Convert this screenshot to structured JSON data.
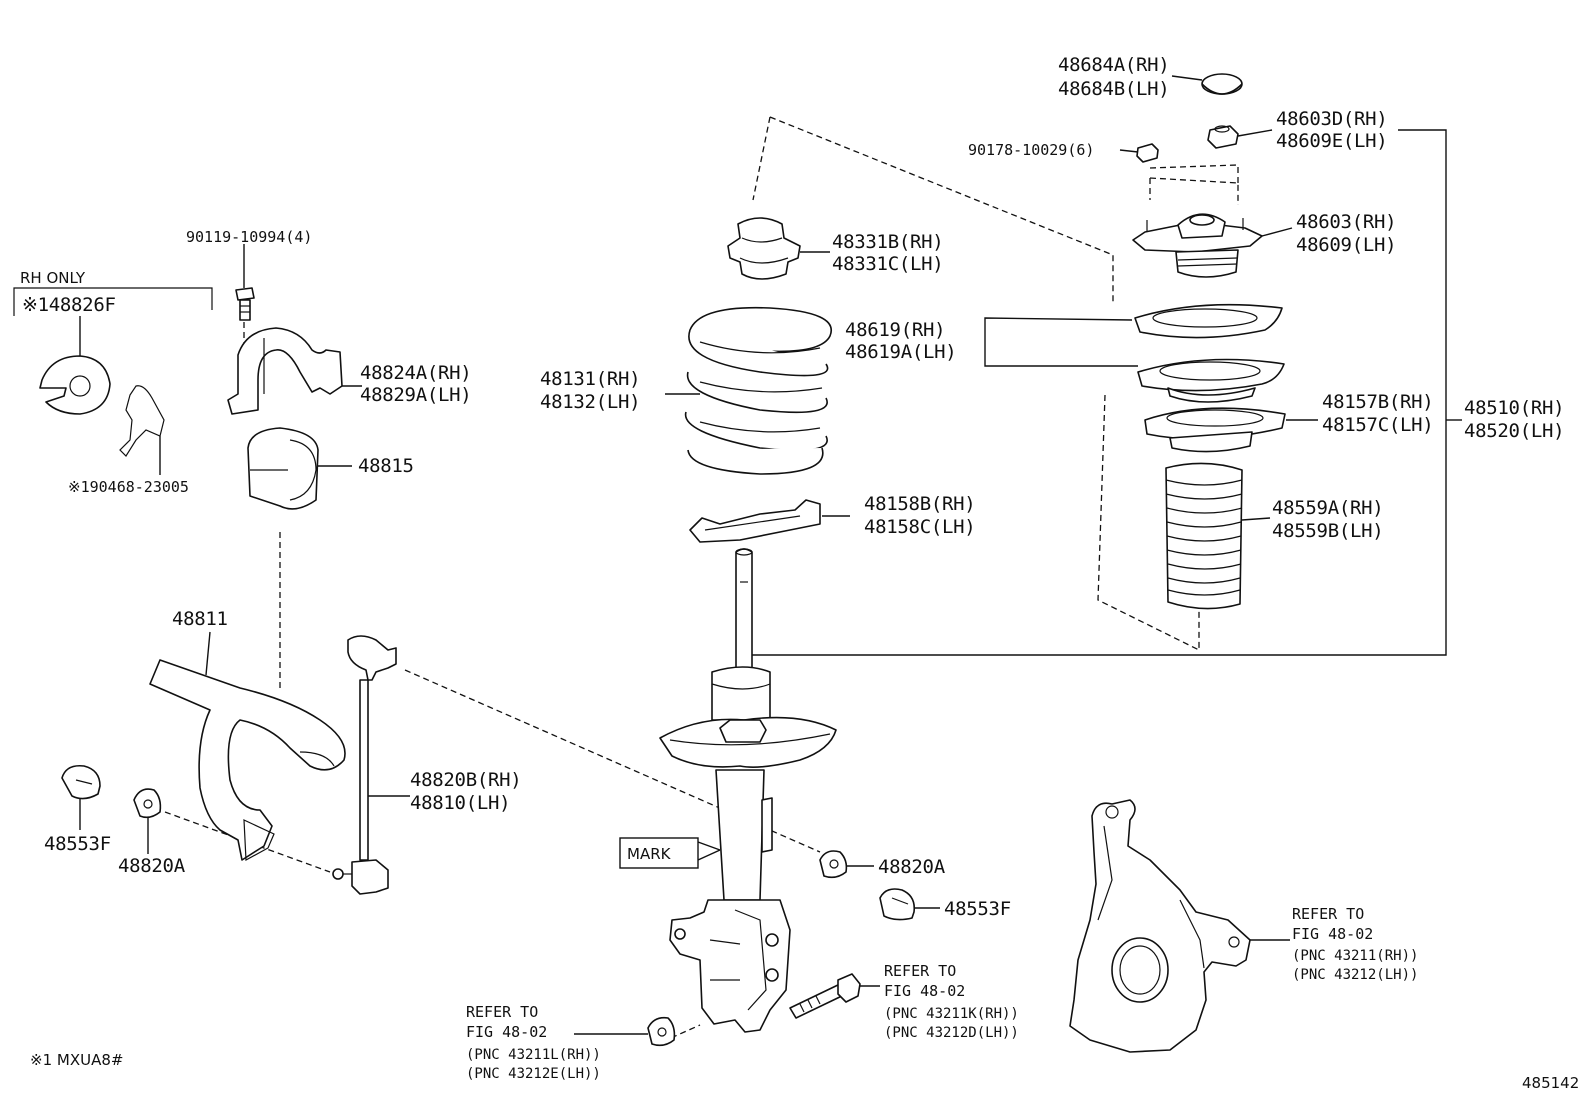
{
  "footnote": "※1 MXUA8#",
  "figure_id": "485142",
  "rh_only_label": "RH ONLY",
  "mark_label": "MARK",
  "parts": {
    "p48684A": "48684A(RH)",
    "p48684B": "48684B(LH)",
    "p48603D": "48603D(RH)",
    "p48609E": "48609E(LH)",
    "p90178": "90178-10029(6)",
    "p48603": "48603(RH)",
    "p48609": "48609(LH)",
    "p48331B": "48331B(RH)",
    "p48331C": "48331C(LH)",
    "p48619": "48619(RH)",
    "p48619A": "48619A(LH)",
    "p48131": "48131(RH)",
    "p48132": "48132(LH)",
    "p48157B": "48157B(RH)",
    "p48157C": "48157C(LH)",
    "p48510": "48510(RH)",
    "p48520": "48520(LH)",
    "p48559A": "48559A(RH)",
    "p48559B": "48559B(LH)",
    "p48158B": "48158B(RH)",
    "p48158C": "48158C(LH)",
    "p90119": "90119-10994(4)",
    "p48826F": "※148826F",
    "p48824A": "48824A(RH)",
    "p48829A": "48829A(LH)",
    "p48815": "48815",
    "p90468": "※190468-23005",
    "p48811": "48811",
    "p48820B": "48820B(RH)",
    "p48810": "48810(LH)",
    "p48553F_left": "48553F",
    "p48820A_left": "48820A",
    "p48820A_right": "48820A",
    "p48553F_right": "48553F"
  },
  "refs": {
    "ref1": {
      "line1": "REFER TO",
      "line2": "FIG 48-02",
      "line3": "(PNC 43211L(RH))",
      "line4": "(PNC 43212E(LH))"
    },
    "ref2": {
      "line1": "REFER TO",
      "line2": "FIG 48-02",
      "line3": "(PNC 43211K(RH))",
      "line4": "(PNC 43212D(LH))"
    },
    "ref3": {
      "line1": "REFER TO",
      "line2": "FIG 48-02",
      "line3": "(PNC 43211(RH))",
      "line4": "(PNC 43212(LH))"
    }
  }
}
